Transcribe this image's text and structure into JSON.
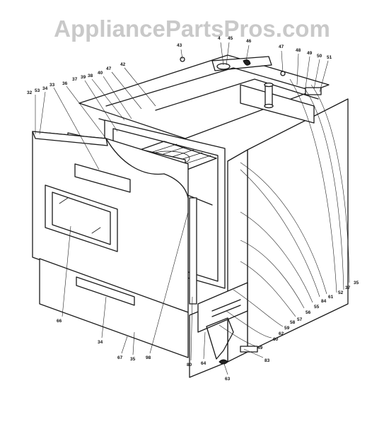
{
  "watermark": "AppliancePartsPros.com",
  "callouts": [
    {
      "id": "c43",
      "label": "43"
    },
    {
      "id": "c4",
      "label": "4"
    },
    {
      "id": "c45",
      "label": "45"
    },
    {
      "id": "c46",
      "label": "46"
    },
    {
      "id": "c47a",
      "label": "47"
    },
    {
      "id": "c48",
      "label": "48"
    },
    {
      "id": "c49",
      "label": "49"
    },
    {
      "id": "c50",
      "label": "50"
    },
    {
      "id": "c51",
      "label": "51"
    },
    {
      "id": "c42",
      "label": "42"
    },
    {
      "id": "c47b",
      "label": "47"
    },
    {
      "id": "c40",
      "label": "40"
    },
    {
      "id": "c38",
      "label": "38"
    },
    {
      "id": "c39",
      "label": "39"
    },
    {
      "id": "c37",
      "label": "37"
    },
    {
      "id": "c36",
      "label": "36"
    },
    {
      "id": "c33",
      "label": "33"
    },
    {
      "id": "c34a",
      "label": "34"
    },
    {
      "id": "c53",
      "label": "53"
    },
    {
      "id": "c32",
      "label": "32"
    },
    {
      "id": "c37r",
      "label": "37"
    },
    {
      "id": "c35",
      "label": "35"
    },
    {
      "id": "c52",
      "label": "52"
    },
    {
      "id": "c61",
      "label": "61"
    },
    {
      "id": "c84",
      "label": "84"
    },
    {
      "id": "c55",
      "label": "55"
    },
    {
      "id": "c56",
      "label": "56"
    },
    {
      "id": "c57",
      "label": "57"
    },
    {
      "id": "c59",
      "label": "59"
    },
    {
      "id": "c58",
      "label": "58"
    },
    {
      "id": "c60",
      "label": "60"
    },
    {
      "id": "c49b",
      "label": "49"
    },
    {
      "id": "c62",
      "label": "62"
    },
    {
      "id": "c83",
      "label": "83"
    },
    {
      "id": "c66",
      "label": "66"
    },
    {
      "id": "c34b",
      "label": "34"
    },
    {
      "id": "c67",
      "label": "67"
    },
    {
      "id": "c35b",
      "label": "35"
    },
    {
      "id": "c98",
      "label": "98"
    },
    {
      "id": "c80",
      "label": "80"
    },
    {
      "id": "c64",
      "label": "64"
    },
    {
      "id": "c63",
      "label": "63"
    }
  ]
}
